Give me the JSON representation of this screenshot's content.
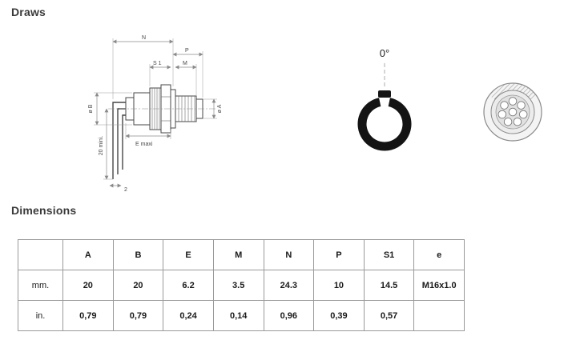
{
  "colors": {
    "heading_text": "#3a3a3a",
    "drawing_line": "#474747",
    "dimension_line": "#8a8a8a",
    "ring_black": "#141414",
    "table_border": "#9a9a9a"
  },
  "headings": {
    "draws": "Draws",
    "dimensions": "Dimensions"
  },
  "drawing": {
    "dim_labels": {
      "N": "N",
      "P": "P",
      "S1": "S 1",
      "M": "M",
      "dia_b": "ø B",
      "dia_a": "ø A",
      "mini_20": "20 mini.",
      "e_maxi": "E maxi",
      "two": "2"
    },
    "orientation": {
      "angle_label": "0°"
    }
  },
  "table": {
    "col_headers": [
      "A",
      "B",
      "E",
      "M",
      "N",
      "P",
      "S1",
      "e"
    ],
    "rows": [
      {
        "label": "mm.",
        "values": [
          "20",
          "20",
          "6.2",
          "3.5",
          "24.3",
          "10",
          "14.5",
          "M16x1.0"
        ]
      },
      {
        "label": "in.",
        "values": [
          "0,79",
          "0,79",
          "0,24",
          "0,14",
          "0,96",
          "0,39",
          "0,57",
          ""
        ]
      }
    ]
  }
}
